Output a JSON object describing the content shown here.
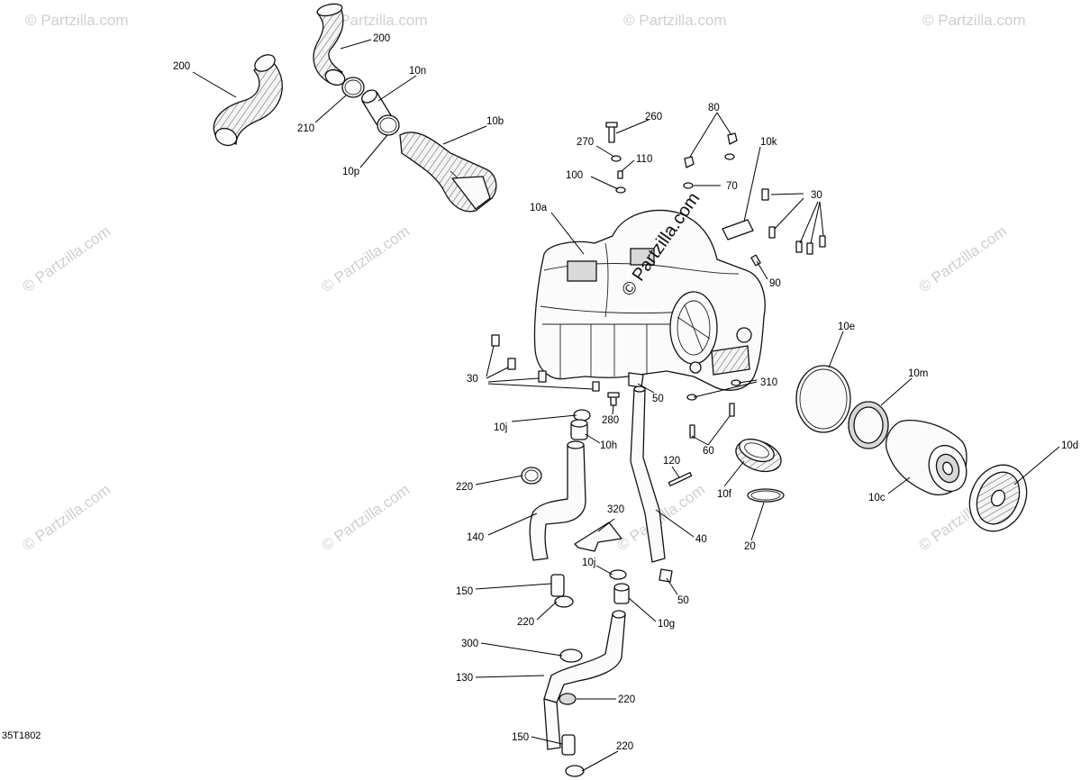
{
  "diagram_code": "35T1802",
  "watermark": "© Partzilla.com",
  "watermark_large": "© Partzilla.com",
  "callouts": [
    {
      "id": "c200a",
      "label": "200"
    },
    {
      "id": "c200b",
      "label": "200"
    },
    {
      "id": "c10n",
      "label": "10n"
    },
    {
      "id": "c210",
      "label": "210"
    },
    {
      "id": "c10b",
      "label": "10b"
    },
    {
      "id": "c10p",
      "label": "10p"
    },
    {
      "id": "c260",
      "label": "260"
    },
    {
      "id": "c80",
      "label": "80"
    },
    {
      "id": "c270",
      "label": "270"
    },
    {
      "id": "c110",
      "label": "110"
    },
    {
      "id": "c10k",
      "label": "10k"
    },
    {
      "id": "c100",
      "label": "100"
    },
    {
      "id": "c70",
      "label": "70"
    },
    {
      "id": "c30a",
      "label": "30"
    },
    {
      "id": "c10a",
      "label": "10a"
    },
    {
      "id": "c90",
      "label": "90"
    },
    {
      "id": "c10e",
      "label": "10e"
    },
    {
      "id": "c10m",
      "label": "10m"
    },
    {
      "id": "c30b",
      "label": "30"
    },
    {
      "id": "c310",
      "label": "310"
    },
    {
      "id": "c50a",
      "label": "50"
    },
    {
      "id": "c280",
      "label": "280"
    },
    {
      "id": "c10j",
      "label": "10j"
    },
    {
      "id": "c10h",
      "label": "10h"
    },
    {
      "id": "c60",
      "label": "60"
    },
    {
      "id": "c10d",
      "label": "10d"
    },
    {
      "id": "c120",
      "label": "120"
    },
    {
      "id": "c220a",
      "label": "220"
    },
    {
      "id": "c10f",
      "label": "10f"
    },
    {
      "id": "c10c",
      "label": "10c"
    },
    {
      "id": "c320",
      "label": "320"
    },
    {
      "id": "c140",
      "label": "140"
    },
    {
      "id": "c40",
      "label": "40"
    },
    {
      "id": "c20",
      "label": "20"
    },
    {
      "id": "c10j2",
      "label": "10j"
    },
    {
      "id": "c150a",
      "label": "150"
    },
    {
      "id": "c50b",
      "label": "50"
    },
    {
      "id": "c220b",
      "label": "220"
    },
    {
      "id": "c10g",
      "label": "10g"
    },
    {
      "id": "c300",
      "label": "300"
    },
    {
      "id": "c130",
      "label": "130"
    },
    {
      "id": "c220c",
      "label": "220"
    },
    {
      "id": "c150b",
      "label": "150"
    },
    {
      "id": "c220d",
      "label": "220"
    }
  ]
}
